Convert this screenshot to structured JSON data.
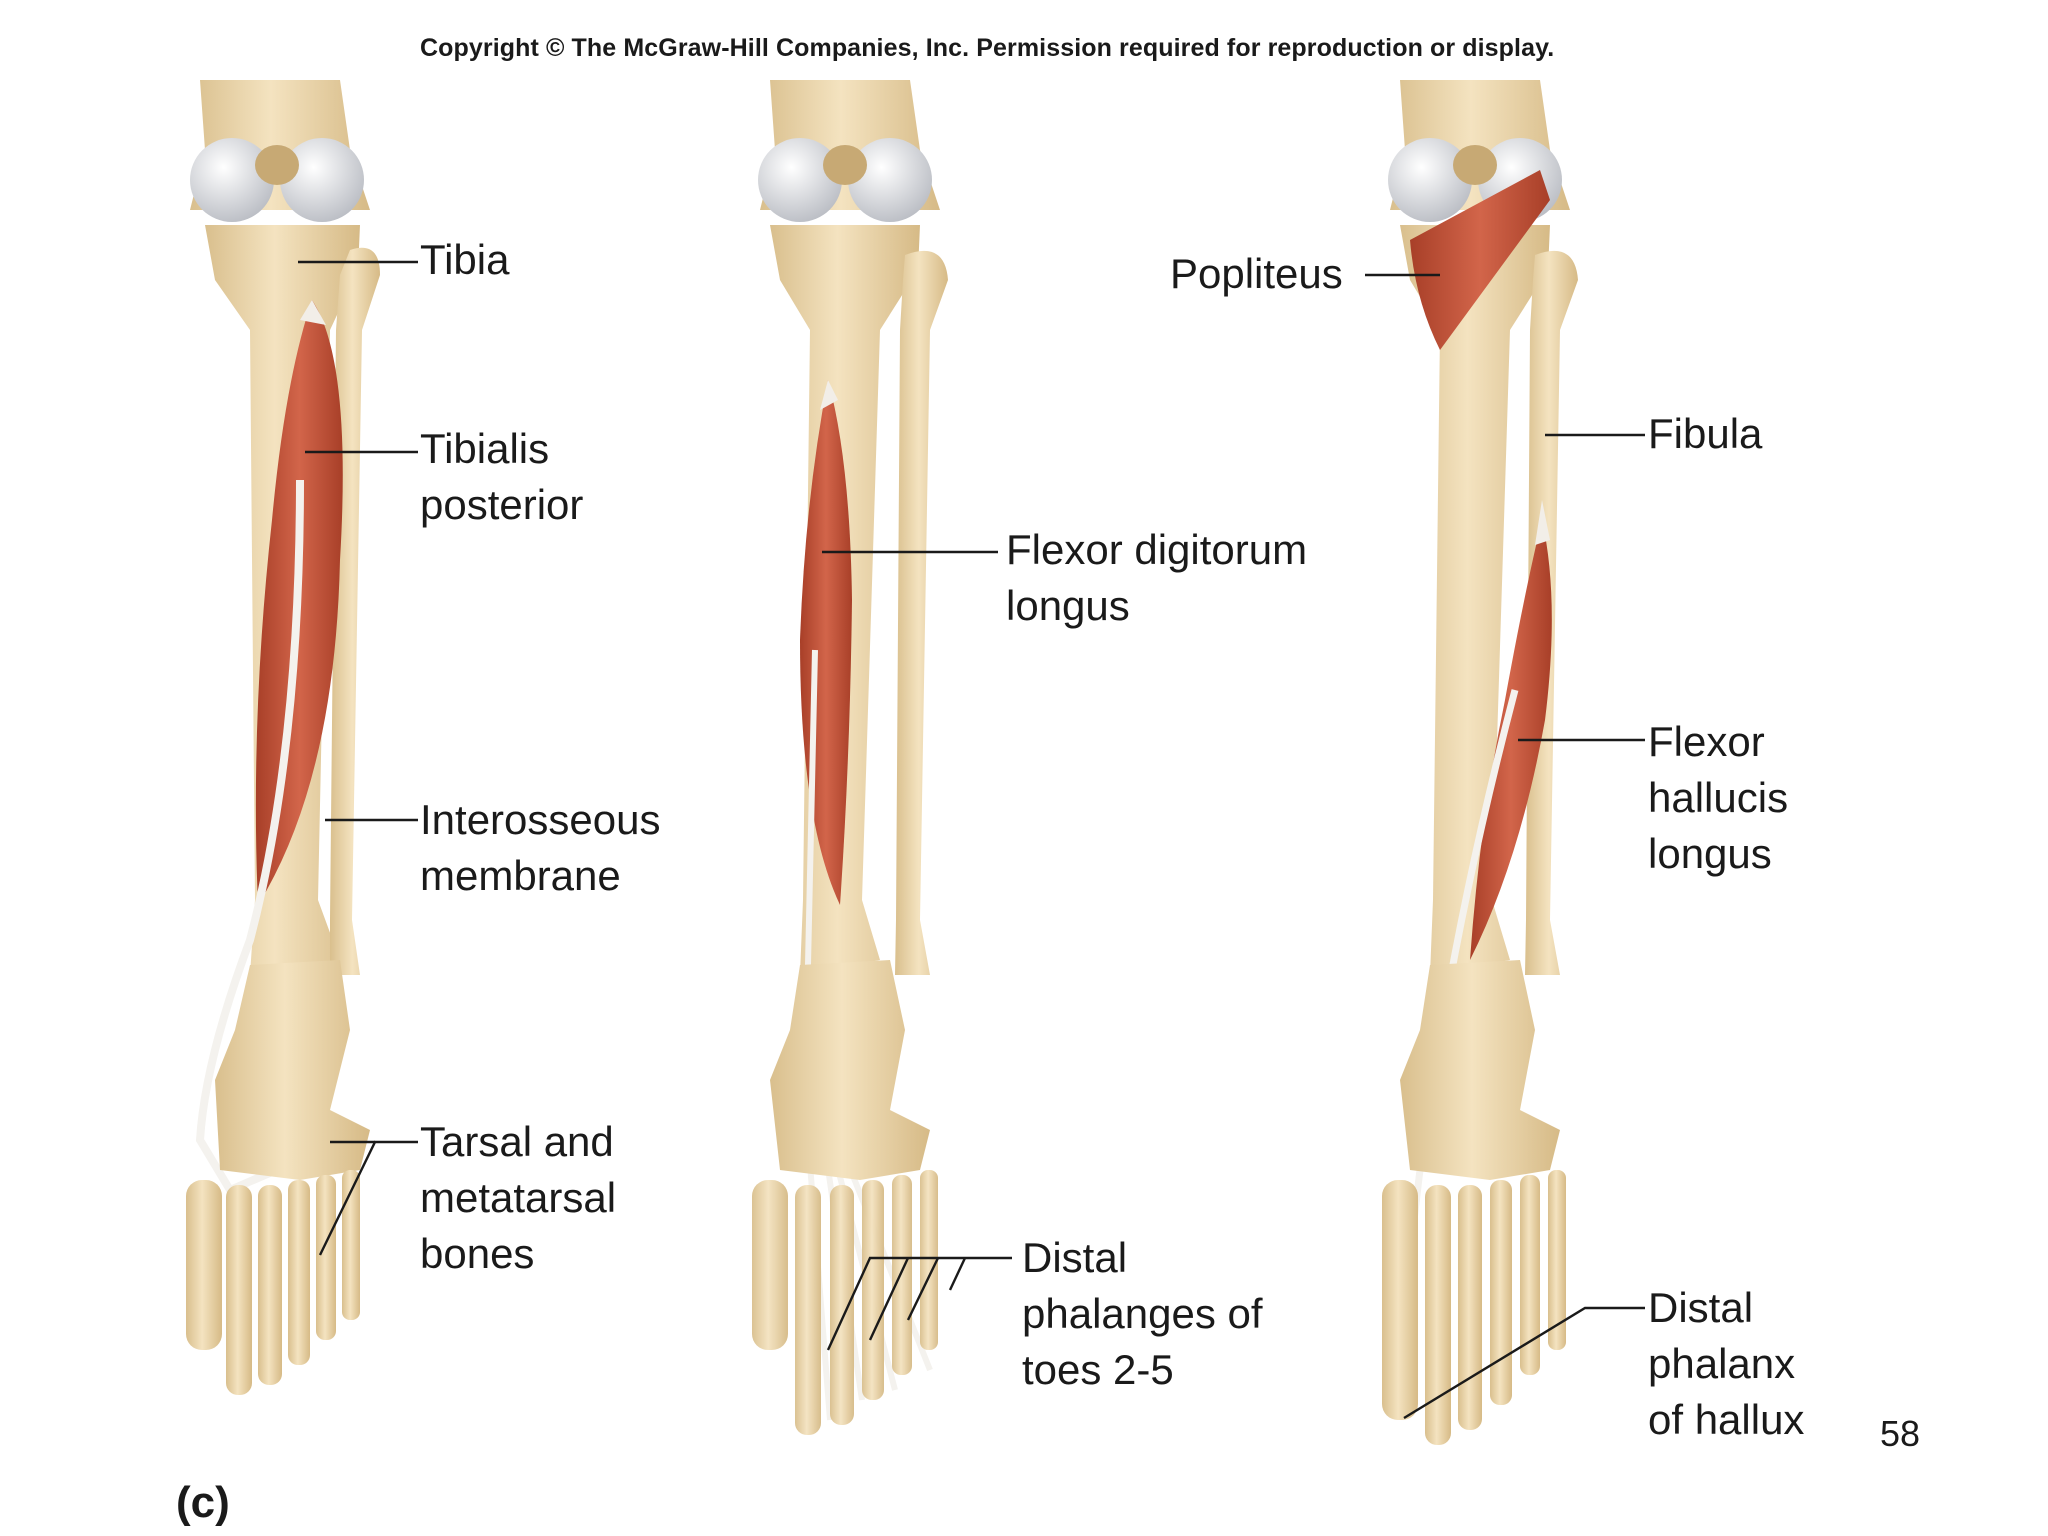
{
  "copyright": "Copyright © The McGraw-Hill Companies, Inc. Permission required for reproduction or display.",
  "panel_letter": "(c)",
  "page_number": "58",
  "labels": {
    "tibia": "Tibia",
    "tibialis_posterior": "Tibialis\nposterior",
    "interosseous_membrane": "Interosseous\nmembrane",
    "tarsal_metatarsal": "Tarsal and\nmetatarsal\nbones",
    "flexor_digitorum_longus": "Flexor digitorum\nlongus",
    "distal_phalanges_toes": "Distal\nphalanges of\ntoes 2-5",
    "popliteus": "Popliteus",
    "fibula": "Fibula",
    "flexor_hallucis_longus": "Flexor\nhallucis\nlongus",
    "distal_phalanx_hallux": "Distal\nphalanx\nof hallux"
  },
  "colors": {
    "bone": "#efdcb4",
    "bone_shadow": "#d8bd8a",
    "cartilage": "#e4e6ea",
    "muscle": "#c9553a",
    "muscle_dark": "#a63d27",
    "tendon": "#f4f2ee",
    "leader": "#1a1a1a"
  }
}
